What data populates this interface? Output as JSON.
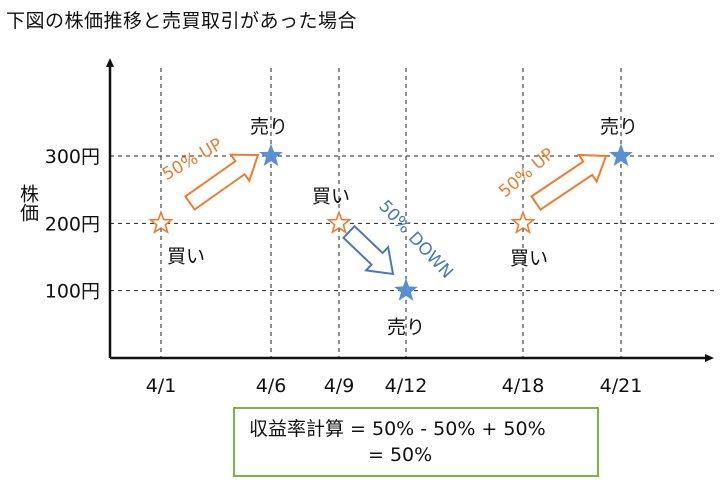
{
  "title": "下図の株価推移と売買取引があった場合",
  "chart_data": {
    "type": "scatter",
    "ylabel": "株価",
    "y_ticks": [
      "100円",
      "200円",
      "300円"
    ],
    "y_values": [
      100,
      200,
      300
    ],
    "x_ticks": [
      "4/1",
      "4/6",
      "4/9",
      "4/12",
      "4/18",
      "4/21"
    ],
    "grid": true,
    "points": [
      {
        "date": "4/1",
        "price": 200,
        "marker": "hollow-star",
        "label": "買い",
        "color": "#ed7d31"
      },
      {
        "date": "4/6",
        "price": 300,
        "marker": "filled-star",
        "label": "売り",
        "color": "#5b8fd4"
      },
      {
        "date": "4/9",
        "price": 200,
        "marker": "hollow-star",
        "label": "買い",
        "color": "#ed7d31"
      },
      {
        "date": "4/12",
        "price": 100,
        "marker": "filled-star",
        "label": "売り",
        "color": "#5b8fd4"
      },
      {
        "date": "4/18",
        "price": 200,
        "marker": "hollow-star",
        "label": "買い",
        "color": "#ed7d31"
      },
      {
        "date": "4/21",
        "price": 300,
        "marker": "filled-star",
        "label": "売り",
        "color": "#5b8fd4"
      }
    ],
    "annotations": [
      {
        "text": "50% UP",
        "from": "4/1",
        "to": "4/6",
        "color": "#ed7d31"
      },
      {
        "text": "50% DOWN",
        "from": "4/9",
        "to": "4/12",
        "color": "#4a78b8"
      },
      {
        "text": "50% UP",
        "from": "4/18",
        "to": "4/21",
        "color": "#ed7d31"
      }
    ]
  },
  "formula": {
    "line1": "収益率計算 = 50% - 50% + 50%",
    "line2": "= 50%",
    "border_color": "#7cb342"
  }
}
